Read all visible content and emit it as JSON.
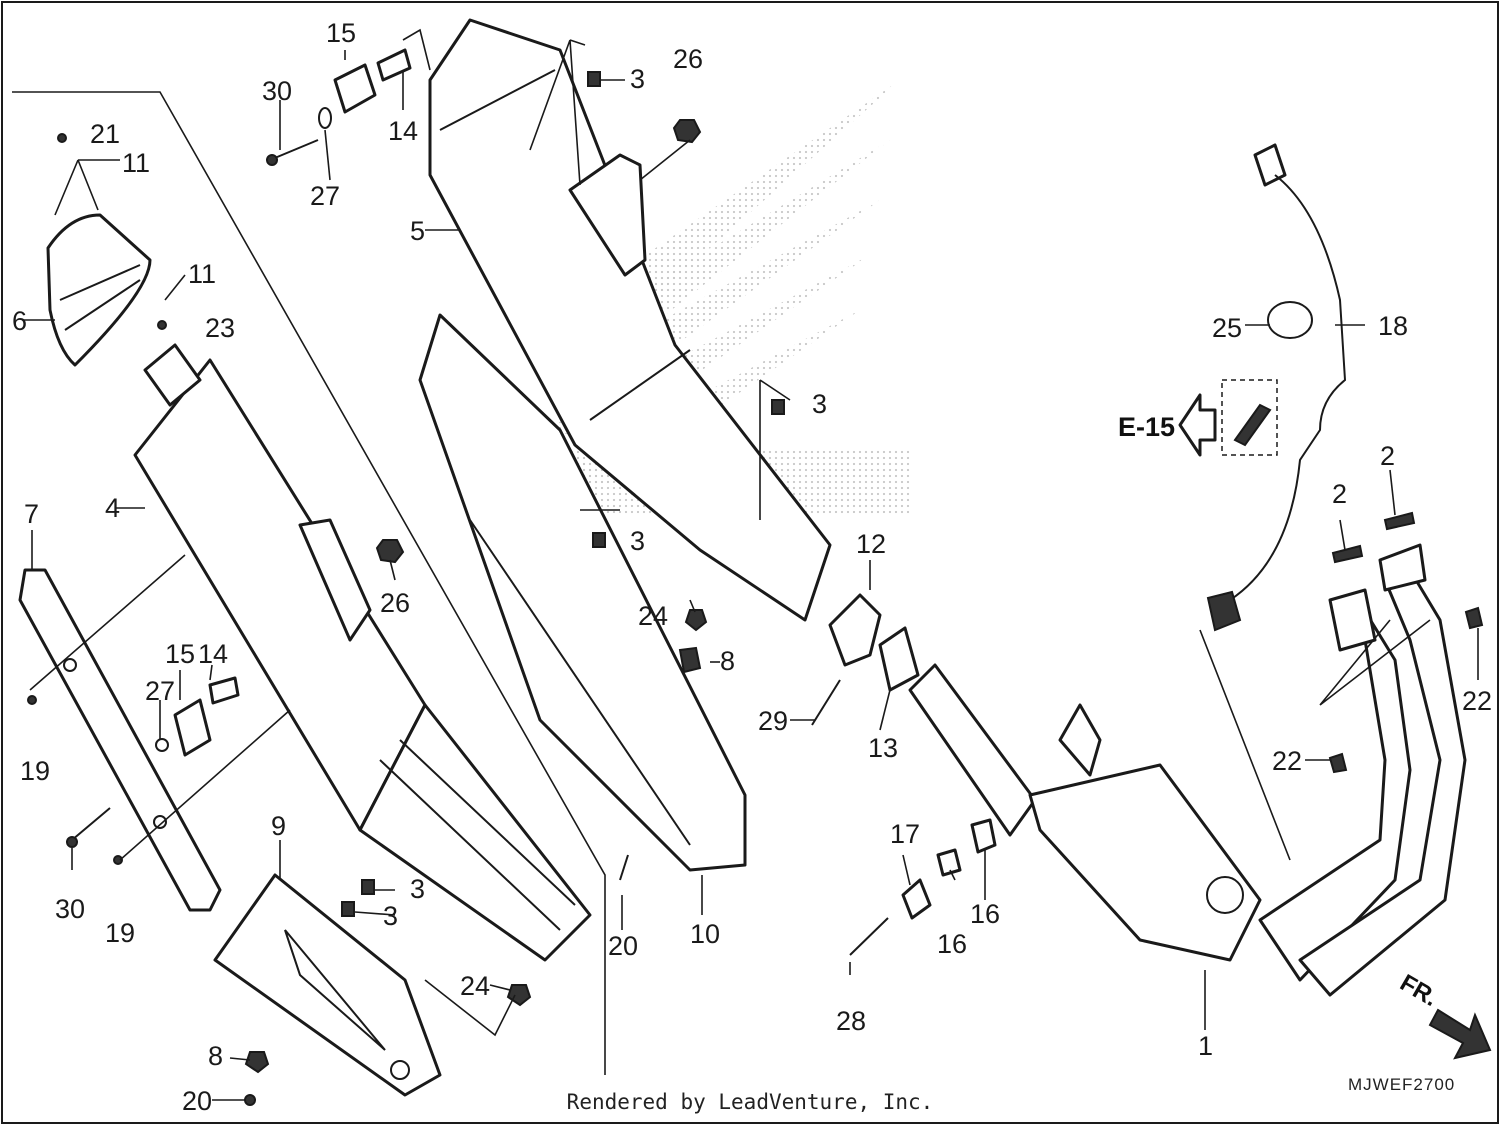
{
  "diagram": {
    "callouts": [
      {
        "id": "c1",
        "label": "1"
      },
      {
        "id": "c2a",
        "label": "2"
      },
      {
        "id": "c2b",
        "label": "2"
      },
      {
        "id": "c3a",
        "label": "3"
      },
      {
        "id": "c3b",
        "label": "3"
      },
      {
        "id": "c3c",
        "label": "3"
      },
      {
        "id": "c3d",
        "label": "3"
      },
      {
        "id": "c3e",
        "label": "3"
      },
      {
        "id": "c4",
        "label": "4"
      },
      {
        "id": "c5",
        "label": "5"
      },
      {
        "id": "c6",
        "label": "6"
      },
      {
        "id": "c7",
        "label": "7"
      },
      {
        "id": "c8a",
        "label": "8"
      },
      {
        "id": "c8b",
        "label": "8"
      },
      {
        "id": "c9",
        "label": "9"
      },
      {
        "id": "c10",
        "label": "10"
      },
      {
        "id": "c11a",
        "label": "11"
      },
      {
        "id": "c11b",
        "label": "11"
      },
      {
        "id": "c12",
        "label": "12"
      },
      {
        "id": "c13",
        "label": "13"
      },
      {
        "id": "c14a",
        "label": "14"
      },
      {
        "id": "c14b",
        "label": "14"
      },
      {
        "id": "c15a",
        "label": "15"
      },
      {
        "id": "c15b",
        "label": "15"
      },
      {
        "id": "c16a",
        "label": "16"
      },
      {
        "id": "c16b",
        "label": "16"
      },
      {
        "id": "c17",
        "label": "17"
      },
      {
        "id": "c18",
        "label": "18"
      },
      {
        "id": "c19a",
        "label": "19"
      },
      {
        "id": "c19b",
        "label": "19"
      },
      {
        "id": "c20a",
        "label": "20"
      },
      {
        "id": "c20b",
        "label": "20"
      },
      {
        "id": "c21",
        "label": "21"
      },
      {
        "id": "c22a",
        "label": "22"
      },
      {
        "id": "c22b",
        "label": "22"
      },
      {
        "id": "c23",
        "label": "23"
      },
      {
        "id": "c24a",
        "label": "24"
      },
      {
        "id": "c24b",
        "label": "24"
      },
      {
        "id": "c25",
        "label": "25"
      },
      {
        "id": "c26a",
        "label": "26"
      },
      {
        "id": "c26b",
        "label": "26"
      },
      {
        "id": "c27a",
        "label": "27"
      },
      {
        "id": "c27b",
        "label": "27"
      },
      {
        "id": "c28",
        "label": "28"
      },
      {
        "id": "c29",
        "label": "29"
      },
      {
        "id": "c30a",
        "label": "30"
      },
      {
        "id": "c30b",
        "label": "30"
      }
    ],
    "reference_label": "E-15",
    "direction_label": "FR.",
    "diagram_code": "MJWEF2700",
    "footer_text": "Rendered by LeadVenture, Inc.",
    "colors": {
      "line": "#1a1a1a",
      "background": "#ffffff",
      "watermark": "#c8c8c8"
    }
  }
}
